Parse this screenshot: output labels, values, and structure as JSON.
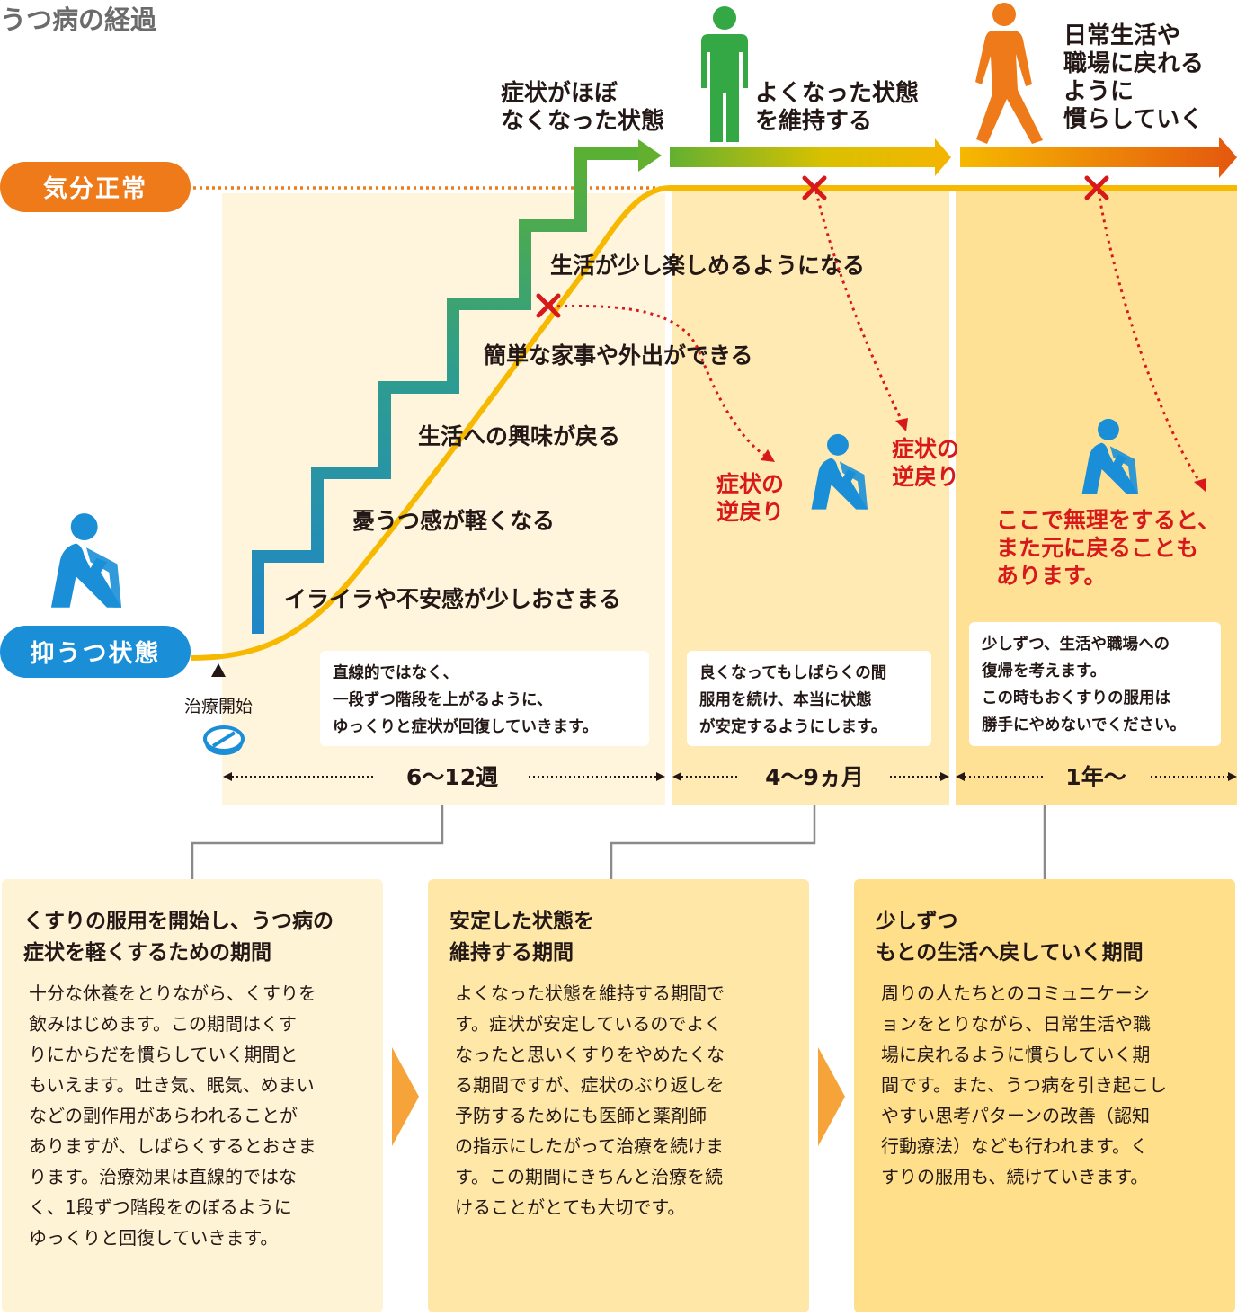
{
  "title": "うつ病の経過",
  "state_labels": {
    "normal": "気分正常",
    "depressed": "抑うつ状態"
  },
  "treatment_start": "治療開始",
  "steps": [
    "イライラや不安感が少しおさまる",
    "憂うつ感が軽くなる",
    "生活への興味が戻る",
    "簡単な家事や外出ができる",
    "生活が少し楽しめるようになる"
  ],
  "phases": [
    {
      "heading": "症状がほぼ\nなくなった状態"
    },
    {
      "heading": "よくなった状態\nを維持する"
    },
    {
      "heading": "日常生活や\n職場に戻れる\nように\n慣らしていく"
    }
  ],
  "relapse_label": "症状の\n逆戻り",
  "warning": "ここで無理をすると、\nまた元に戻ることも\nあります。",
  "notes": [
    "直線的ではなく、\n一段ずつ階段を上がるように、\nゆっくりと症状が回復していきます。",
    "良くなってもしばらくの間\n服用を続け、本当に状態\nが安定するようにします。",
    "少しずつ、生活や職場への\n復帰を考えます。\nこの時もおくすりの服用は\n勝手にやめないでください。"
  ],
  "durations": [
    "6〜12週",
    "4〜9ヵ月",
    "1年〜"
  ],
  "boxes": [
    {
      "title": "くすりの服用を開始し、うつ病の\n症状を軽くするための期間",
      "body": "十分な休養をとりながら、くすりを\n飲みはじめます。この期間はくす\nりにからだを慣らしていく期間と\nもいえます。吐き気、眠気、めまい\nなどの副作用があらわれることが\nありますが、しばらくするとおさま\nります。治療効果は直線的ではな\nく、1段ずつ階段をのぼるように\nゆっくりと回復していきます。"
    },
    {
      "title": "安定した状態を\n維持する期間",
      "body": "よくなった状態を維持する期間で\nす。症状が安定しているのでよく\nなったと思いくすりをやめたくな\nる期間ですが、症状のぶり返しを\n予防するためにも医師と薬剤師\nの指示にしたがって治療を続けま\nす。この期間にきちんと治療を続\nけることがとても大切です。"
    },
    {
      "title": "少しずつ\nもとの生活へ戻していく期間",
      "body": "周りの人たちとのコミュニケーシ\nョンをとりながら、日常生活や職\n場に戻れるように慣らしていく期\n間です。また、うつ病を引き起こし\nやすい思考パターンの改善（認知\n行動療法）なども行われます。く\nすりの服用も、続けていきます。"
    }
  ],
  "colors": {
    "orange": "#ee7a1a",
    "blue": "#1a8fd8",
    "yellow": "#f7b900",
    "red": "#d7191c",
    "green": "#33a845",
    "teal": "#2f9e90",
    "gray": "#8a8a8a"
  }
}
